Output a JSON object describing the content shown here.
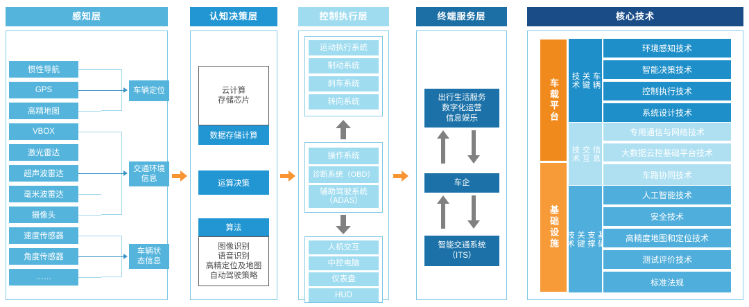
{
  "colors": {
    "light_blue": "#54B4DC",
    "mid_blue": "#2196D3",
    "pale_cyan": "#9FDCF0",
    "dark_blue": "#1C72A8",
    "navy": "#1A4D88",
    "orange": "#F89431",
    "orange_light": "#F8A852",
    "gray_arrow": "#808080",
    "border_blue": "#7FC9E5"
  },
  "columns": [
    {
      "id": "perception",
      "header": "感知层",
      "sensors": [
        "惯性导航",
        "GPS",
        "高精地图",
        "VBOX",
        "激光雷达",
        "超声波雷达",
        "毫米波雷达",
        "摄像头",
        "速度传感器",
        "角度传感器",
        "……"
      ],
      "aggregates": [
        "车辆定位",
        "交通环境\n信息",
        "车辆状\n态信息"
      ]
    },
    {
      "id": "cognition",
      "header": "认知决策层",
      "blocks": [
        {
          "type": "white",
          "text": "云计算\n存储芯片"
        },
        {
          "type": "blue",
          "text": "数据存储计算"
        },
        {
          "type": "blue",
          "text": "运算决策"
        },
        {
          "type": "blue",
          "text": "算法"
        },
        {
          "type": "white",
          "text": "图像识别\n语音识别\n高精定位及地图\n自动驾驶策略"
        }
      ]
    },
    {
      "id": "control",
      "header": "控制执行层",
      "groups": [
        {
          "items": [
            "运动执行系统",
            "制动系统",
            "刹车系统",
            "转向系统"
          ]
        },
        {
          "items": [
            "操作系统",
            "诊断系统（OBD）",
            "辅助驾驶系统\n（ADAS）"
          ]
        },
        {
          "items": [
            "人机交互",
            "中控电脑",
            "仪表盘",
            "HUD"
          ]
        }
      ],
      "arrow_directions": [
        "up",
        "down"
      ]
    },
    {
      "id": "terminal",
      "header": "终端服务层",
      "boxes": [
        "出行生活服务\n数字化运营\n信息娱乐",
        "车企",
        "智能交通系统\n（ITS）"
      ]
    }
  ],
  "core_tech": {
    "header": "核心技术",
    "platforms": [
      {
        "label": "车载平台",
        "style": "orange"
      },
      {
        "label": "基础设施",
        "style": "orange-light"
      }
    ],
    "categories": [
      {
        "label": "车辆\n关键\n技术",
        "style": "mid-blue",
        "rows": [
          "环境感知技术",
          "智能决策技术",
          "控制执行技术",
          "系统设计技术"
        ]
      },
      {
        "label": "信息\n交互\n技术",
        "style": "pale-cyan",
        "rows": [
          "专用通信与网络技术",
          "大数据云控基础平台技术",
          "车路协同技术"
        ]
      },
      {
        "label": "基础\n支撑\n关键\n技术",
        "style": "light-blue",
        "rows": [
          "人工智能技术",
          "安全技术",
          "高精度地图和定位技术",
          "测试评价技术",
          "标准法规"
        ]
      }
    ]
  }
}
